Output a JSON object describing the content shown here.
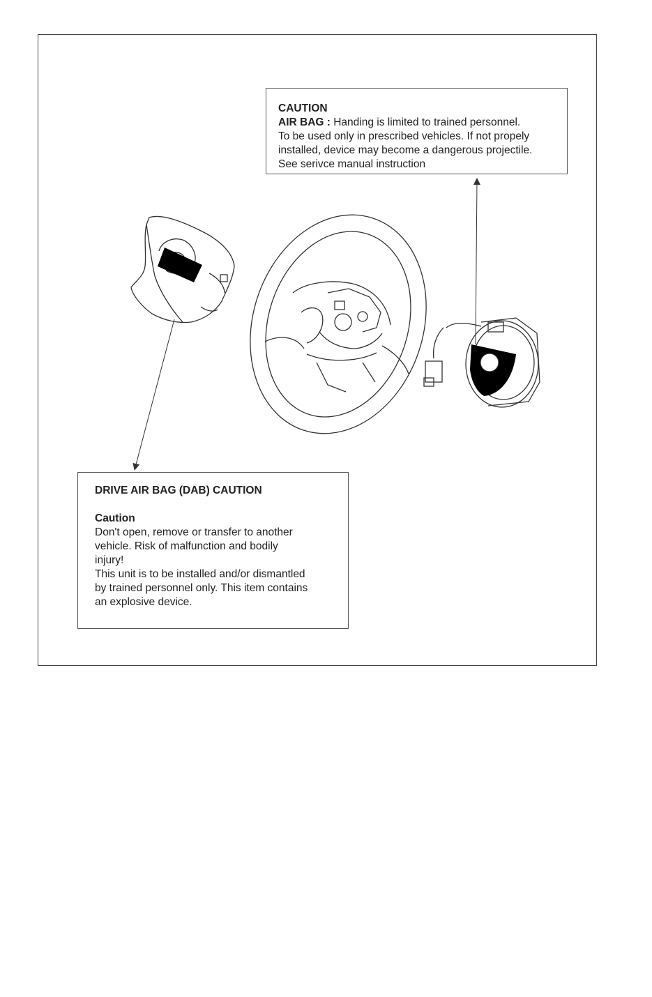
{
  "caution_top": {
    "title": "CAUTION",
    "airbag_label": "AIR BAG :",
    "lines": [
      "Handing is limited to trained personnel.",
      "To be used only in prescribed vehicles. If not propely",
      "installed, device may become a dangerous projectile.",
      "See serivce manual instruction"
    ]
  },
  "caution_bottom": {
    "title": "DRIVE AIR BAG (DAB) CAUTION",
    "subtitle": "Caution",
    "lines": [
      "Don't open, remove or transfer  to another",
      "vehicle. Risk of malfunction and bodily",
      "injury!",
      "This unit is to be installed and/or dismantled",
      "by trained personnel only. This item contains",
      "an explosive device."
    ]
  },
  "colors": {
    "line": "#333333",
    "label": "#000000"
  },
  "components": [
    "airbag-module-icon",
    "steering-wheel-icon",
    "clock-spring-icon"
  ]
}
